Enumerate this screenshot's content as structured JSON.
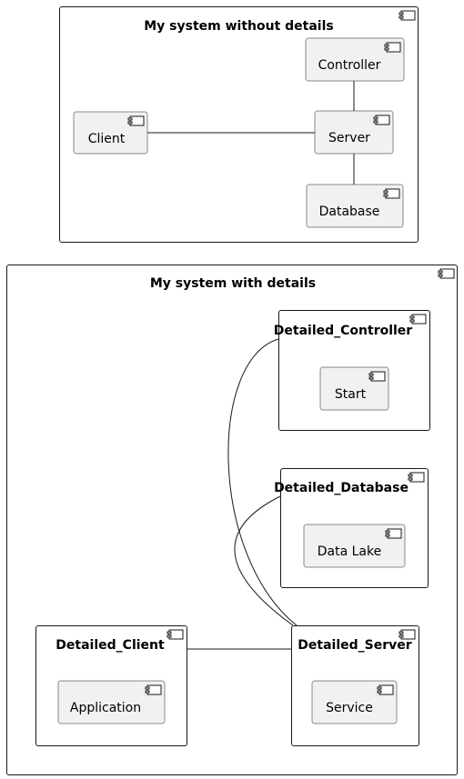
{
  "diagram": {
    "outer_top": {
      "title": "My system without details"
    },
    "outer_bottom": {
      "title": "My system with details"
    },
    "components": {
      "controller": "Controller",
      "client": "Client",
      "server": "Server",
      "database": "Database",
      "start": "Start",
      "data_lake": "Data Lake",
      "application": "Application",
      "service": "Service"
    },
    "packages": {
      "detailed_controller": "Detailed_Controller",
      "detailed_database": "Detailed_Database",
      "detailed_client": "Detailed_Client",
      "detailed_server": "Detailed_Server"
    },
    "icon": "component-icon"
  }
}
